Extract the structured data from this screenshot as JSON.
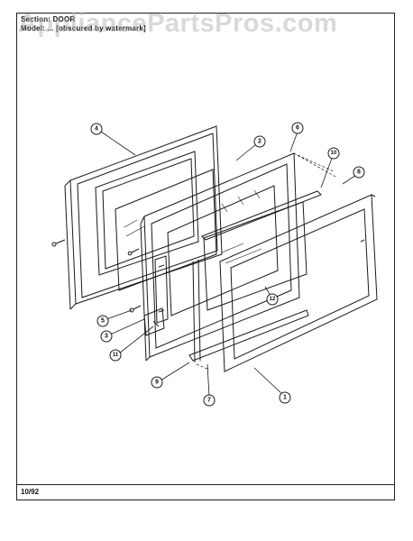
{
  "header": {
    "section_line": "Section: DOOR",
    "model_line": "Model: ... [obscured by watermark]"
  },
  "watermark": "AppliancePartsPros.com",
  "footer": {
    "date": "10/92"
  },
  "callouts": [
    {
      "id": "c1",
      "label": "1"
    },
    {
      "id": "c2",
      "label": "2"
    },
    {
      "id": "c3",
      "label": "3"
    },
    {
      "id": "c4",
      "label": "4"
    },
    {
      "id": "c5",
      "label": "5"
    },
    {
      "id": "c6",
      "label": "6"
    },
    {
      "id": "c7",
      "label": "7"
    },
    {
      "id": "c8",
      "label": "8"
    },
    {
      "id": "c9",
      "label": "9"
    },
    {
      "id": "c10",
      "label": "10"
    },
    {
      "id": "c11",
      "label": "11"
    },
    {
      "id": "c12",
      "label": "12"
    }
  ]
}
